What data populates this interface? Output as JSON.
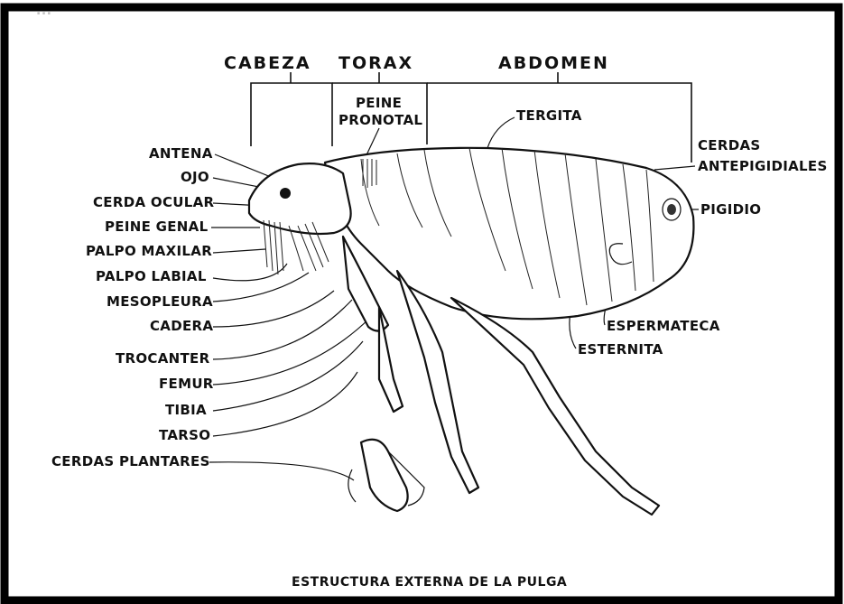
{
  "topline": "...",
  "regions": {
    "cabeza": "CABEZA",
    "torax": "TORAX",
    "abdomen": "ABDOMEN"
  },
  "labels": {
    "peine_pronotal_1": "PEINE",
    "peine_pronotal_2": "PRONOTAL",
    "tergita": "TERGITA",
    "cerdas_ante_1": "CERDAS",
    "cerdas_ante_2": "ANTEPIGIDIALES",
    "pigidio": "PIGIDIO",
    "antena": "ANTENA",
    "ojo": "OJO",
    "cerda_ocular": "CERDA OCULAR",
    "peine_genal": "PEINE GENAL",
    "palpo_maxilar": "PALPO MAXILAR",
    "palpo_labial": "PALPO LABIAL",
    "mesopleura": "MESOPLEURA",
    "cadera": "CADERA",
    "trocanter": "TROCANTER",
    "femur": "FEMUR",
    "tibia": "TIBIA",
    "tarso": "TARSO",
    "cerdas_plantares": "CERDAS PLANTARES",
    "espermateca": "ESPERMATECA",
    "esternita": "ESTERNITA"
  },
  "caption": "ESTRUCTURA EXTERNA DE LA PULGA",
  "colors": {
    "frame": "#000000",
    "ink": "#111111",
    "background": "#ffffff"
  }
}
